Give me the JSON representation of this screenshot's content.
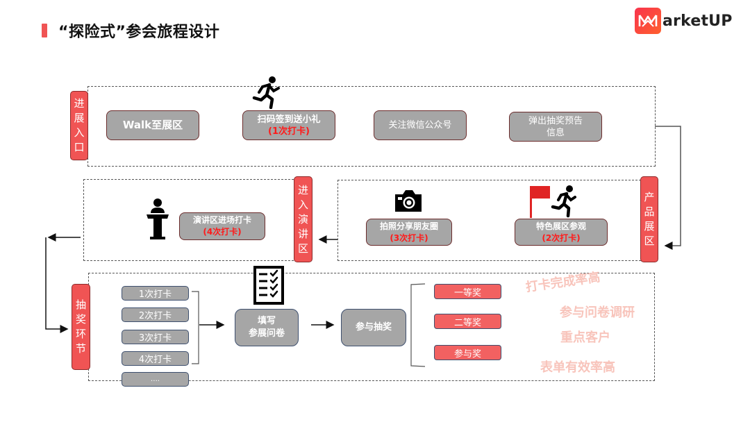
{
  "header": {
    "title": "“探险式”参会旅程设计",
    "logo_text": "arketUP",
    "logo_icon": "marketup-m-icon"
  },
  "colors": {
    "accent_red": "#f05454",
    "box_gray": "#a6a6a6",
    "highlight_red": "#ff1a1a",
    "ghost_pink": "#f8c4bb"
  },
  "stages": {
    "entrance": {
      "label": [
        "进",
        "展",
        "入",
        "口"
      ],
      "steps": [
        {
          "text": "Walk至展区"
        },
        {
          "text": "扫码签到送小礼",
          "checkin": "(1次打卡)",
          "icon": "running-person-icon"
        },
        {
          "text": "关注微信公众号"
        },
        {
          "text": "弹出抽奖预告",
          "text2": "信息"
        }
      ]
    },
    "product": {
      "label": [
        "产",
        "品",
        "展",
        "区"
      ],
      "steps": [
        {
          "text": "特色展区参观",
          "checkin": "(2次打卡)",
          "icon": "flag-runner-icon"
        },
        {
          "text": "拍照分享朋友圈",
          "checkin": "(3次打卡)",
          "icon": "camera-icon"
        }
      ]
    },
    "speech": {
      "label": [
        "进",
        "入",
        "演",
        "讲",
        "区"
      ],
      "steps": [
        {
          "text": "演讲区进场打卡",
          "checkin": "(4次打卡)",
          "icon": "podium-speaker-icon"
        }
      ]
    },
    "lottery": {
      "label": [
        "抽",
        "奖",
        "环",
        "节"
      ],
      "checkins": [
        "1次打卡",
        "2次打卡",
        "3次打卡",
        "4次打卡",
        "…."
      ],
      "survey": {
        "line1": "填写",
        "line2": "参展问卷",
        "icon": "checklist-icon"
      },
      "draw": "参与抽奖",
      "prizes": [
        "一等奖",
        "二等奖",
        "参与奖"
      ],
      "benefits": [
        "打卡完成率高",
        "参与问卷调研",
        "重点客户",
        "表单有效率高"
      ]
    }
  }
}
